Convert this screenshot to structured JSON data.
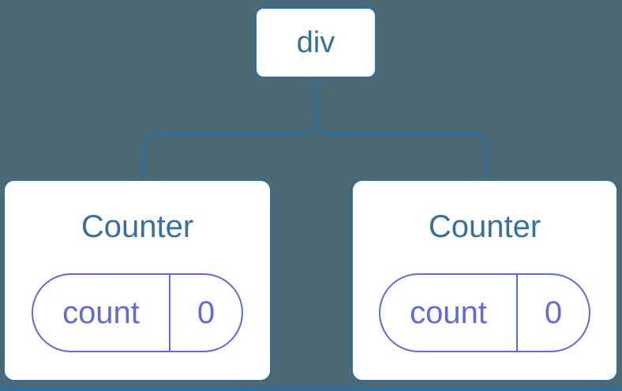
{
  "diagram": {
    "root": {
      "label": "div"
    },
    "children": [
      {
        "title": "Counter",
        "state": {
          "key": "count",
          "value": "0"
        }
      },
      {
        "title": "Counter",
        "state": {
          "key": "count",
          "value": "0"
        }
      }
    ]
  },
  "colors": {
    "background": "#4D6A74",
    "node_border": "#2E6F9D",
    "node_text": "#35719B",
    "state_accent": "#6169DF",
    "card_background": "#FFFFFF"
  }
}
